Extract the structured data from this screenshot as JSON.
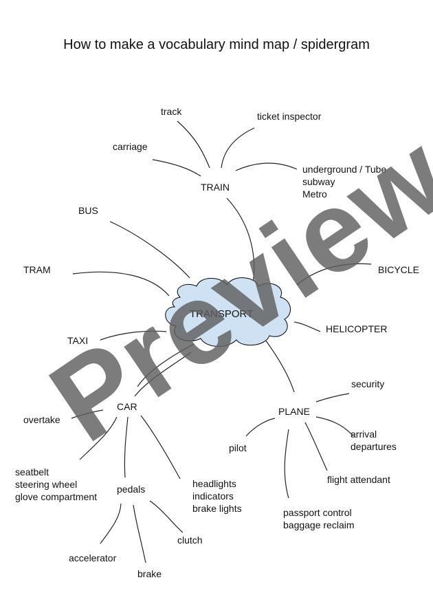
{
  "title": "How to make a vocabulary mind map / spidergram",
  "center": "TRANSPORT",
  "watermark": "Preview",
  "nodes": {
    "train": "TRAIN",
    "track": "track",
    "ticket_inspector": "ticket inspector",
    "carriage": "carriage",
    "underground": [
      "underground / Tube",
      "subway",
      "Metro"
    ],
    "bus": "BUS",
    "tram": "TRAM",
    "bicycle": "BICYCLE",
    "helicopter": "HELICOPTER",
    "taxi": "TAXI",
    "car": "CAR",
    "overtake": "overtake",
    "car_interior": [
      "seatbelt",
      "steering wheel",
      "glove compartment"
    ],
    "pedals": "pedals",
    "lights": [
      "headlights",
      "indicators",
      "brake lights"
    ],
    "accelerator": "accelerator",
    "brake": "brake",
    "clutch": "clutch",
    "plane": "PLANE",
    "security": "security",
    "pilot": "pilot",
    "arrival": [
      "arrival",
      "departures"
    ],
    "flight_attendant": "flight attendant",
    "passport": [
      "passport control",
      "baggage reclaim"
    ]
  },
  "colors": {
    "cloud_fill": "#cfe2f3",
    "cloud_stroke": "#000000",
    "watermark": "#5f5f5f"
  }
}
